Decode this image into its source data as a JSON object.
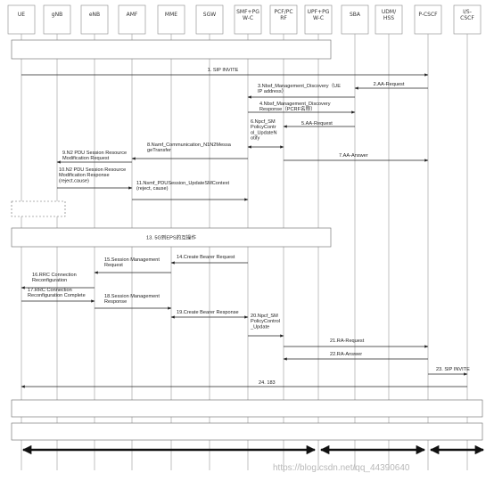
{
  "diagram": {
    "participants": [
      {
        "name": "UE"
      },
      {
        "name": "gNB"
      },
      {
        "name": "eNB"
      },
      {
        "name": "AMF"
      },
      {
        "name": "MME"
      },
      {
        "name": "SGW"
      },
      {
        "name": "SMF+PG\nW-C"
      },
      {
        "name": "PCF/PC\nRF"
      },
      {
        "name": "UPF+PG\nW-C"
      },
      {
        "name": "SBA"
      },
      {
        "name": "UDM/\nHSS"
      },
      {
        "name": "P-CSCF"
      },
      {
        "name": "I/S-\nCSCF"
      }
    ],
    "messages": [
      {
        "label": "1. SIP INVITE",
        "from": 0,
        "to": 11
      },
      {
        "label": "2.AA-Request",
        "from": 11,
        "to": 9
      },
      {
        "label": "3.Nbsf_Management_Discovery（UE\nIP address）",
        "from": 9,
        "to": 6
      },
      {
        "label": "4.Nbsf_Management_Discovery\nResponse（PCRF名称）",
        "from": 6,
        "to": 9
      },
      {
        "label": "5.AA-Request",
        "from": 9,
        "to": 7
      },
      {
        "label": "6.Npcf_SM\nPolicyContr\nol_UpdateN\notify",
        "from": 7,
        "to": 6
      },
      {
        "label": "7.AA-Answer",
        "from": 7,
        "to": 11
      },
      {
        "label": "8.Namf_Communication_N1N2Messa\ngeTransfer",
        "from": 6,
        "to": 3
      },
      {
        "label": "9.N2 PDU Session Resource\nModification Request",
        "from": 3,
        "to": 1
      },
      {
        "label": "10.N2 PDU Session Resource\nModification Response\n(reject.cause)",
        "from": 1,
        "to": 3
      },
      {
        "label": "11.Nsmf_PDUSession_UpdateSMContext\n(reject, cause)",
        "from": 3,
        "to": 6
      },
      {
        "label": "14.Create Bearer Request",
        "from": 6,
        "to": 4
      },
      {
        "label": "15.Session Management\nRequest",
        "from": 4,
        "to": 2
      },
      {
        "label": "16.RRC Connection\nReconfiguration",
        "from": 2,
        "to": 0
      },
      {
        "label": "17.RRC Connection\nReconfiguration Complete",
        "from": 0,
        "to": 2
      },
      {
        "label": "18.Session Management\nResponse",
        "from": 2,
        "to": 4
      },
      {
        "label": "19.Create Bearer Response",
        "from": 4,
        "to": 6
      },
      {
        "label": "20.Npcf_SM\nPolicyControl\n_Update",
        "from": 6,
        "to": 7
      },
      {
        "label": "21.RA-Request",
        "from": 7,
        "to": 11
      },
      {
        "label": "22.RA-Answer",
        "from": 11,
        "to": 7
      },
      {
        "label": "23. SIP INVITE",
        "from": 11,
        "to": 12
      },
      {
        "label": "24. 183",
        "from": 12,
        "to": 0
      }
    ],
    "group_boxes": [
      {
        "label": ""
      },
      {
        "label": ""
      },
      {
        "label": "13. 5G到EPS的互操作"
      },
      {
        "label": ""
      },
      {
        "label": ""
      }
    ],
    "watermark": "https://blog.csdn.net/qq_44390640"
  }
}
